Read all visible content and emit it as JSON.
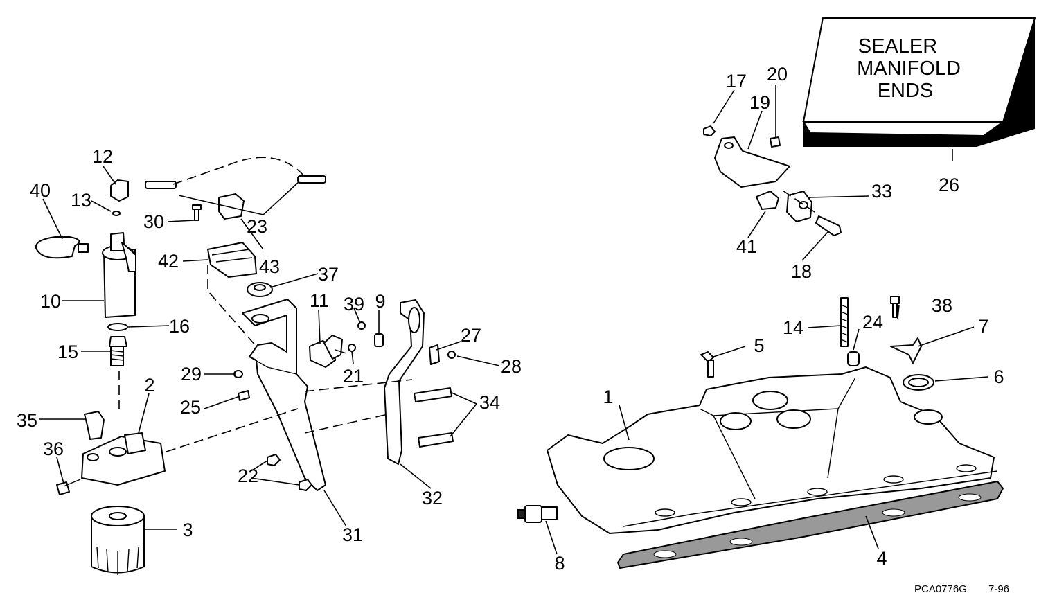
{
  "note_box": {
    "lines": [
      "SEALER",
      "MANIFOLD",
      "ENDS"
    ]
  },
  "callouts": [
    "1",
    "2",
    "3",
    "4",
    "5",
    "6",
    "7",
    "8",
    "9",
    "10",
    "11",
    "12",
    "13",
    "14",
    "15",
    "16",
    "17",
    "18",
    "19",
    "20",
    "21",
    "22",
    "23",
    "24",
    "25",
    "26",
    "27",
    "28",
    "29",
    "30",
    "31",
    "32",
    "33",
    "34",
    "35",
    "36",
    "37",
    "38",
    "39",
    "40",
    "41",
    "42",
    "43"
  ],
  "footer": {
    "code": "PCA0776G",
    "date": "7-96"
  }
}
